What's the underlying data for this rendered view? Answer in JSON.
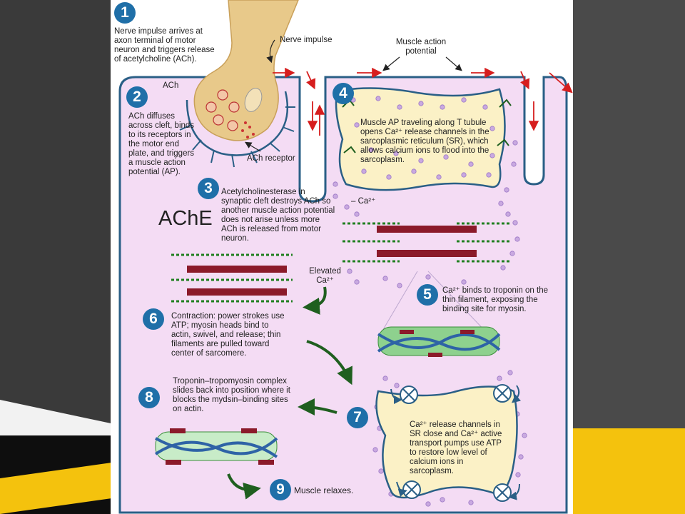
{
  "steps": {
    "s1": {
      "number": "1",
      "text": "Nerve impulse arrives at axon terminal of motor neuron and triggers release of acetylcholine (ACh)."
    },
    "s2": {
      "number": "2",
      "text": "ACh diffuses across cleft, binds to its receptors in the motor end plate, and triggers a muscle action potential (AP)."
    },
    "s3": {
      "number": "3",
      "text": "Acetylcholinesterase in synaptic cleft destroys ACh so another muscle action potential does not arise unless more ACh is released from motor neuron."
    },
    "s4": {
      "number": "4",
      "text": "Muscle AP traveling along T tubule opens Ca²⁺ release channels in the sarcoplasmic reticulum (SR), which allows calcium ions to flood into the sarcoplasm."
    },
    "s5": {
      "number": "5",
      "text": "Ca²⁺ binds to troponin on the thin filament, exposing the binding site for myosin."
    },
    "s6": {
      "number": "6",
      "text": "Contraction: power strokes use ATP; myosin heads bind to actin, swivel, and release; thin filaments are pulled toward center of sarcomere."
    },
    "s7": {
      "number": "7",
      "text": "Ca²⁺ release channels in SR close and Ca²⁺ active transport pumps use ATP to restore low level of calcium ions in sarcoplasm."
    },
    "s8": {
      "number": "8",
      "text": "Troponin–tropomyosin complex slides back into position where it blocks the mydsin–binding sites on actin."
    },
    "s9": {
      "number": "9",
      "text": "Muscle relaxes."
    }
  },
  "labels": {
    "nerve_impulse": "Nerve impulse",
    "muscle_ap": "Muscle action potential",
    "ach": "ACh",
    "ach_receptor": "ACh receptor",
    "ache": "AChE",
    "ca": "– Ca²⁺",
    "elevated_ca": "Elevated Ca²⁺"
  },
  "colors": {
    "step_badge": "#1f6fa8",
    "sarcoplasm": "#f4dcf4",
    "membrane": "#2a5f86",
    "neuron": "#e8c98a",
    "sr_fill": "#fbf1c6",
    "calcium": "#c9a9e0",
    "arrow_green": "#1f5f1f",
    "ap_red": "#d61e1e",
    "myosin": "#8b1a2a",
    "actin": "#8ed18e",
    "tropomyosin": "#2e63a6"
  }
}
